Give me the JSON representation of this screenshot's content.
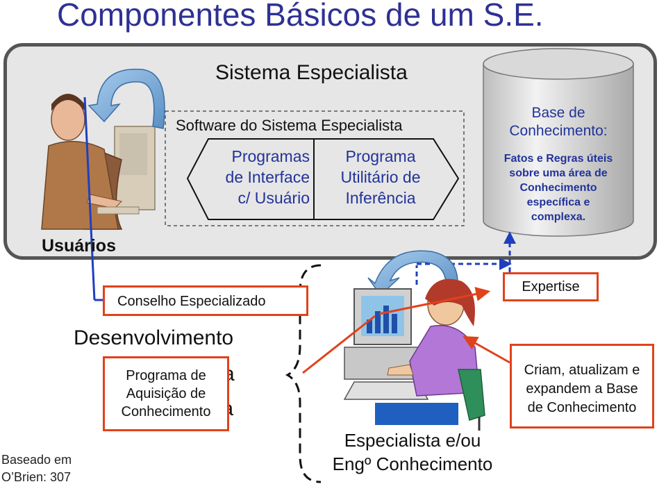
{
  "title": "Componentes Básicos de um S.E.",
  "system": {
    "title": "Sistema Especialista",
    "software_title": "Software do Sistema Especialista",
    "interface_program": [
      "Programas",
      "de Interface",
      "c/ Usuário"
    ],
    "inference_program": [
      "Programa",
      "Utilitário de",
      "Inferência"
    ]
  },
  "knowledge_base": {
    "title": [
      "Base de",
      "Conhecimento:"
    ],
    "description": [
      "Fatos e Regras úteis",
      "sobre uma área de",
      "Conhecimento",
      "específica e",
      "complexa."
    ]
  },
  "users_label": "Usuários",
  "expertise_label": "Expertise",
  "advice_label": "Conselho Especializado",
  "development": {
    "label": "Desenvolvimento",
    "behind_line1": "ma",
    "behind_line2": "sta",
    "acquisition_program": [
      "Programa de",
      "Aquisição de",
      "Conhecimento"
    ]
  },
  "create_update": [
    "Criam, atualizam e",
    "expandem a Base",
    "de Conhecimento"
  ],
  "expert_label": [
    "Especialista e/ou",
    "Engº Conhecimento"
  ],
  "source": [
    "Baseado em",
    "O’Brien: 307"
  ],
  "colors": {
    "title": "#2e3192",
    "program_text": "#223399",
    "box_border": "#e0421b",
    "arrow_blue": "#1f3fbf",
    "curved_arrow": "#7fb0d8"
  }
}
